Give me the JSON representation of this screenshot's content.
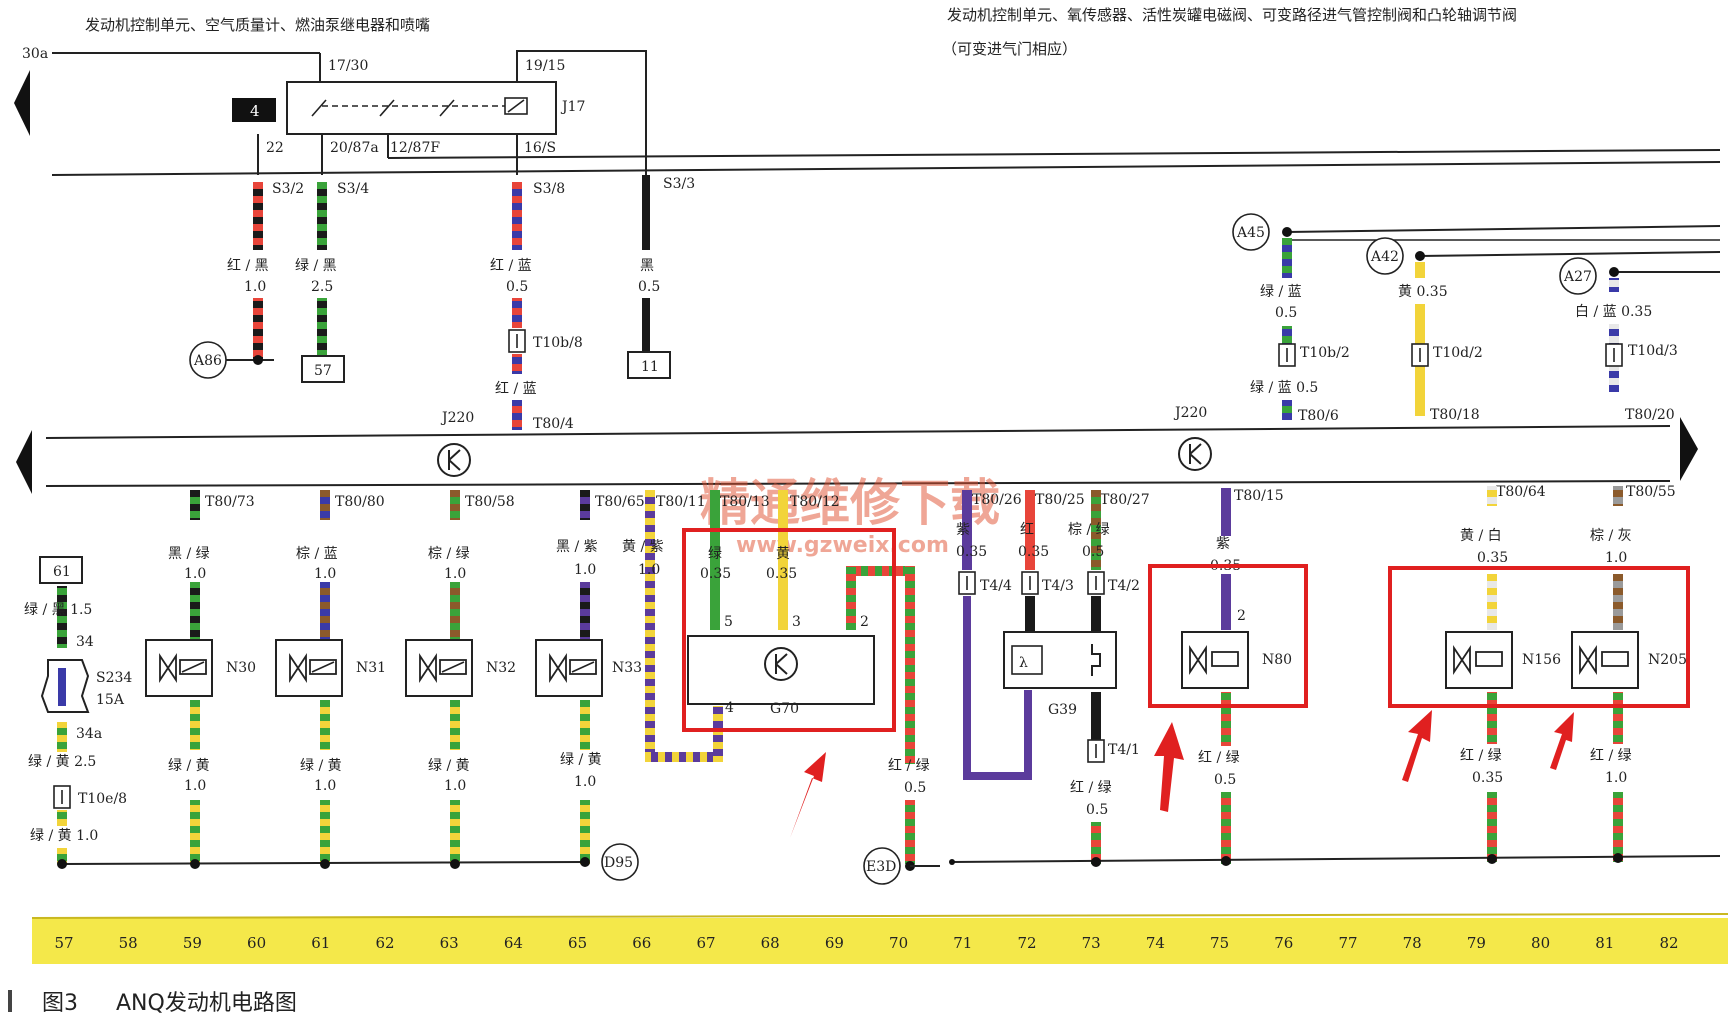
{
  "headings": {
    "left": "发动机控制单元、空气质量计、燃油泵继电器和喷嘴",
    "right_line1": "发动机控制单元、氧传感器、活性炭罐电磁阀、可变路径进气管控制阀和凸轮轴调节阀",
    "right_line2": "（可变进气门相应）"
  },
  "caption": {
    "figure": "图3",
    "title": "ANQ发动机电路图"
  },
  "watermark": {
    "line1": "精通维修下载",
    "line2": "www.gzweix.com"
  },
  "relay": {
    "name": "J17",
    "badge": "4",
    "feed": "30a",
    "pins": [
      "17/30",
      "19/15",
      "22",
      "20/87a",
      "12/87F",
      "16/S"
    ]
  },
  "ecu": {
    "name": "J220"
  },
  "top_wires": [
    {
      "conn": "S3/2",
      "color": "红 / 黑",
      "size": "1.0",
      "end": "A86"
    },
    {
      "conn": "S3/4",
      "color": "绿 / 黑",
      "size": "2.5",
      "end": "57"
    },
    {
      "conn": "S3/8",
      "color": "红 / 蓝",
      "size": "0.5",
      "plug": "T10b/8",
      "color2": "红 / 蓝",
      "pin": "T80/4"
    },
    {
      "conn": "S3/3",
      "color": "黑",
      "size": "0.5",
      "end": "11"
    }
  ],
  "right_top_wires": [
    {
      "node": "A45",
      "color": "绿 / 蓝",
      "size": "0.5",
      "plug": "T10b/2",
      "color2": "绿 / 蓝 0.5",
      "pin": "T80/6"
    },
    {
      "node": "A42",
      "color": "黄 0.35",
      "plug": "T10d/2",
      "pin": "T80/18"
    },
    {
      "node": "A27",
      "color": "白 / 蓝 0.35",
      "plug": "T10d/3",
      "pin": "T80/20"
    }
  ],
  "fuse": {
    "name": "S234",
    "rating": "15A",
    "box": "61",
    "color_in": "绿 / 黑 1.5",
    "pin_top": "34",
    "pin_bottom": "34a",
    "color_out": "绿 / 黄 2.5",
    "plug": "T10e/8",
    "color_end": "绿 / 黄 1.0"
  },
  "injectors": [
    {
      "name": "N30",
      "pin": "T80/73",
      "color": "黑 / 绿",
      "size": "1.0",
      "out_color": "绿 / 黄",
      "out_size": "1.0"
    },
    {
      "name": "N31",
      "pin": "T80/80",
      "color": "棕 / 蓝",
      "size": "1.0",
      "out_color": "绿 / 黄",
      "out_size": "1.0"
    },
    {
      "name": "N32",
      "pin": "T80/58",
      "color": "棕 / 绿",
      "size": "1.0",
      "out_color": "绿 / 黄",
      "out_size": "1.0"
    },
    {
      "name": "N33",
      "pin": "T80/65",
      "color": "黑 / 紫",
      "size": "1.0",
      "out_color": "绿 / 黄",
      "out_size": "1.0"
    }
  ],
  "ground_d95": "D95",
  "g70": {
    "name": "G70",
    "pins": [
      "T80/11",
      "T80/13",
      "T80/12"
    ],
    "wire_a": {
      "color": "黄 / 紫",
      "size": "1.0"
    },
    "wire_b": {
      "color": "绿",
      "size": "0.35"
    },
    "wire_c": {
      "color": "黄",
      "size": "0.35"
    },
    "pin_nums": [
      "5",
      "3",
      "2",
      "4"
    ],
    "out_color": "红 / 绿",
    "out_size": "0.5",
    "ground": "E3D"
  },
  "g39": {
    "name": "G39",
    "pins": [
      "T80/26",
      "T80/25",
      "T80/27"
    ],
    "colors": [
      "紫",
      "红",
      "棕 / 绿"
    ],
    "sizes": [
      "0.35",
      "0.35",
      "0.5"
    ],
    "plugs": [
      "T4/4",
      "T4/3",
      "T4/2",
      "T4/1"
    ],
    "out_color": "红 / 绿",
    "out_size": "0.5"
  },
  "n80": {
    "name": "N80",
    "pin": "T80/15",
    "color": "紫",
    "size": "0.35",
    "pin_num": "2",
    "out_color": "红 / 绿",
    "out_size": "0.5"
  },
  "n156": {
    "name": "N156",
    "pin": "T80/64",
    "color": "黄 / 白",
    "size": "0.35",
    "out_color": "红 / 绿",
    "out_size": "0.35"
  },
  "n205": {
    "name": "N205",
    "pin": "T80/55",
    "color": "棕 / 灰",
    "size": "1.0",
    "out_color": "红 / 绿",
    "out_size": "1.0"
  },
  "ruler": [
    "57",
    "58",
    "59",
    "60",
    "61",
    "62",
    "63",
    "64",
    "65",
    "66",
    "67",
    "68",
    "69",
    "70",
    "71",
    "72",
    "73",
    "74",
    "75",
    "76",
    "77",
    "78",
    "79",
    "80",
    "81",
    "82"
  ],
  "colors": {
    "red": "#e8453a",
    "green": "#3aa33a",
    "black": "#1a1a1a",
    "blue": "#3a3aa8",
    "purple": "#5b3b9c",
    "yellow": "#f2d43a",
    "brown": "#8b5a2b",
    "white": "#e8e8e8",
    "gray": "#9a9a9a",
    "ruler": "#f4e84a",
    "highlight": "#e02020"
  }
}
